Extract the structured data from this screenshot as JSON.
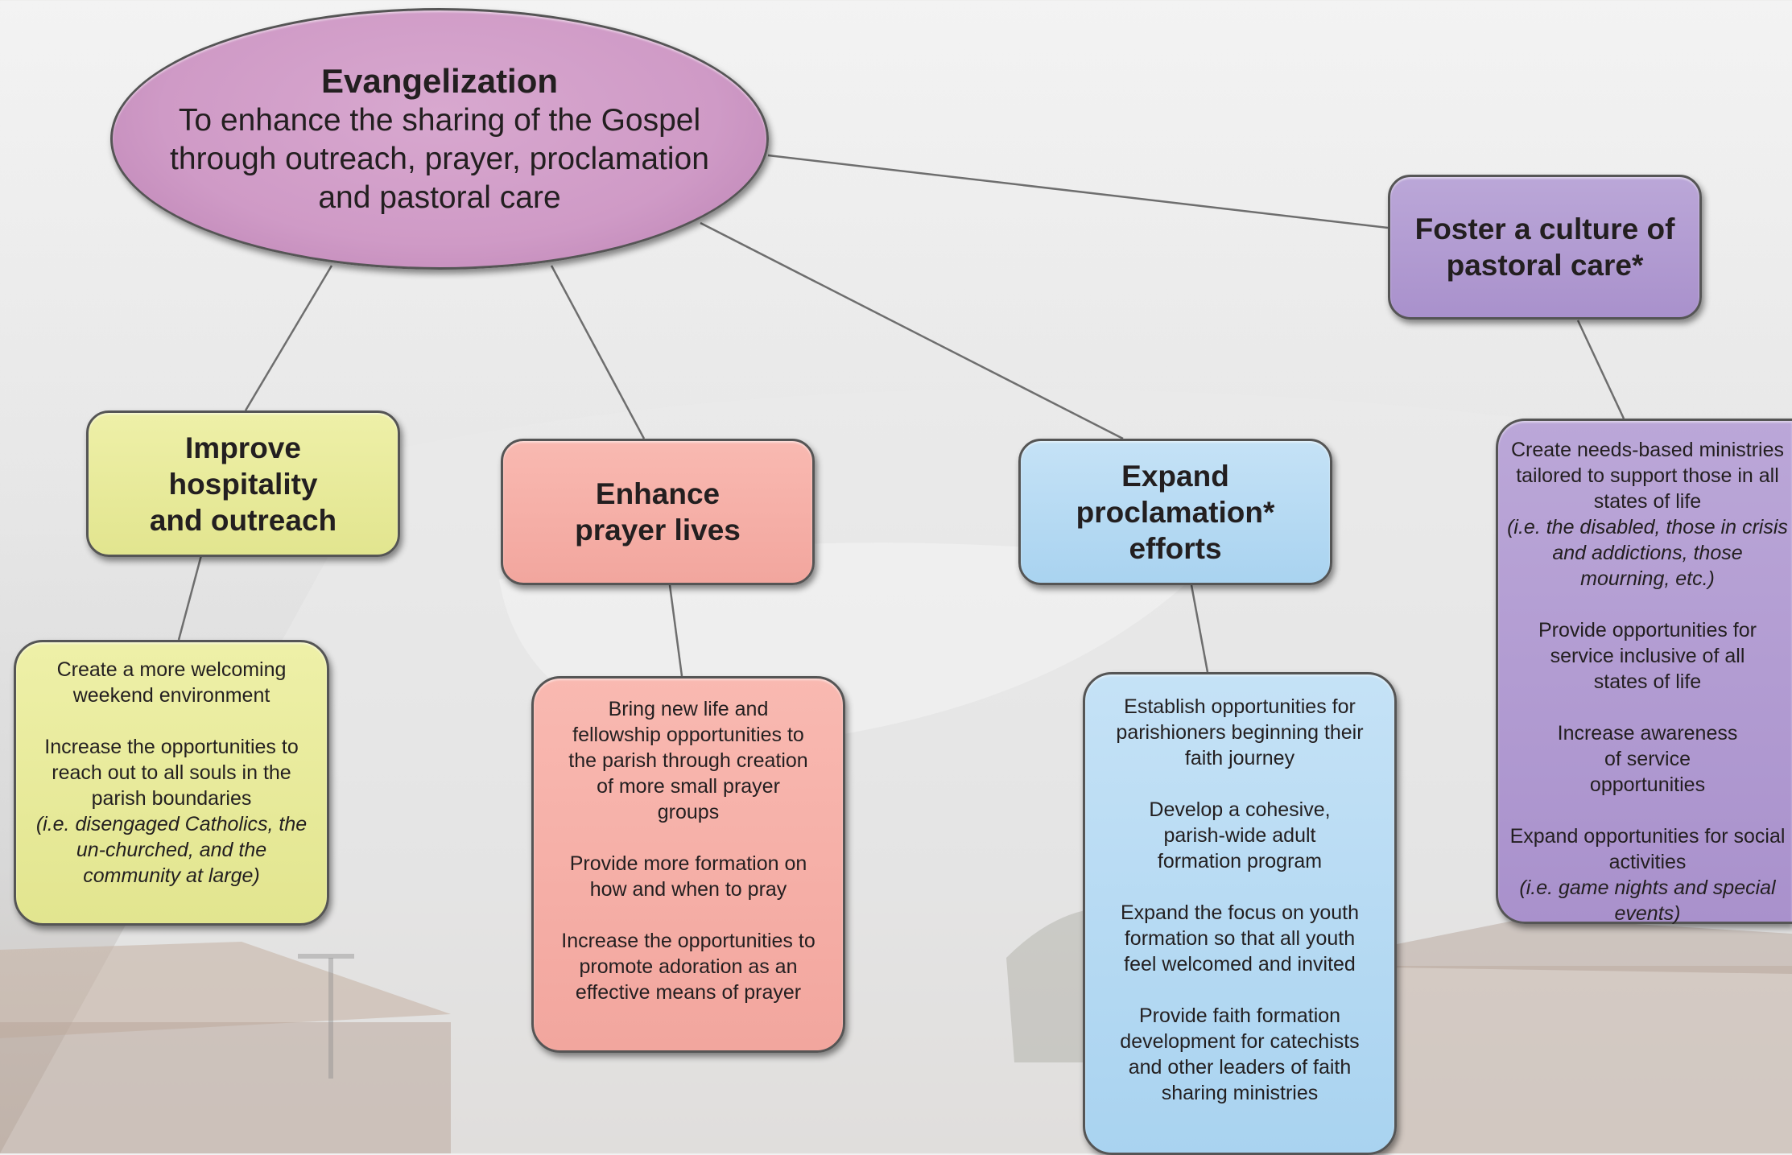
{
  "root": {
    "title": "Evangelization",
    "description": "To enhance the sharing of the Gospel through outreach, prayer, proclamation and pastoral care"
  },
  "branches": [
    {
      "heading": [
        "Improve",
        "hospitality",
        "and outreach"
      ],
      "items": [
        {
          "text": "Create a more welcoming weekend environment"
        },
        {
          "text": "Increase the opportunities to reach out to all souls in the parish boundaries",
          "note": "(i.e. disengaged Catholics, the un-churched, and the community at large)"
        }
      ]
    },
    {
      "heading": [
        "Enhance",
        "prayer lives"
      ],
      "items": [
        {
          "text": "Bring new life and fellowship opportunities to the parish through creation of more small prayer groups"
        },
        {
          "text": "Provide more formation on how and when to pray"
        },
        {
          "text": "Increase the opportunities to promote adoration as an effective means of prayer"
        }
      ]
    },
    {
      "heading": [
        "Expand",
        "proclamation*",
        "efforts"
      ],
      "items": [
        {
          "text": "Establish opportunities for parishioners beginning their faith journey"
        },
        {
          "text": "Develop a cohesive, parish-wide adult formation program"
        },
        {
          "text": "Expand the focus on youth formation so that all youth feel welcomed and invited"
        },
        {
          "text": "Provide faith formation development for catechists and other leaders of faith sharing ministries"
        }
      ]
    },
    {
      "heading": [
        "Foster a culture of",
        "pastoral care*"
      ],
      "items": [
        {
          "text": "Create needs-based ministries tailored to support those in all states of life",
          "note": "(i.e. the disabled, those in crisis and addictions, those mourning, etc.)"
        },
        {
          "text": "Provide opportunities for service inclusive of all states of life"
        },
        {
          "text": "Increase awareness of service opportunities"
        },
        {
          "text": "Expand opportunities for social activities",
          "note": "(i.e. game nights and special events)"
        }
      ]
    }
  ],
  "colors": {
    "root": "#cf9ac6",
    "hospitality": "#e2e58f",
    "prayer": "#f2a69e",
    "proclamation": "#a9d3f0",
    "pastoral_care": "#a991cc"
  }
}
